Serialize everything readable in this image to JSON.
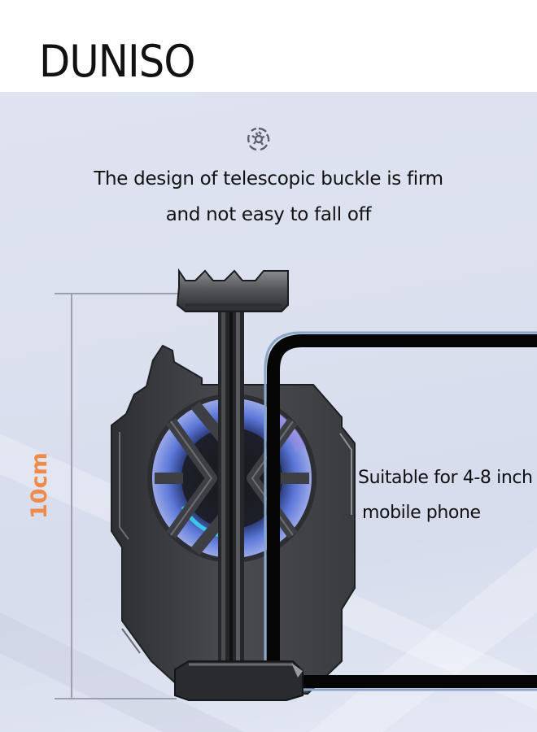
{
  "header": {
    "brand": "DUNISO"
  },
  "feature": {
    "icon": "fan-gear-icon",
    "headline_line1": "The design of telescopic buckle is firm",
    "headline_line2": "and not easy to fall off"
  },
  "dimension": {
    "label": "10cm",
    "color": "#ef8a4a"
  },
  "compatibility": {
    "line1": "Suitable for 4-8 inch",
    "line2": "mobile phone"
  },
  "colors": {
    "background": "#dde2f0",
    "device_body": "#3a3b3f",
    "fan_blue": "#4f6fd6",
    "fan_glow": "#38d4f0",
    "fan_purple": "#9a86e0"
  }
}
